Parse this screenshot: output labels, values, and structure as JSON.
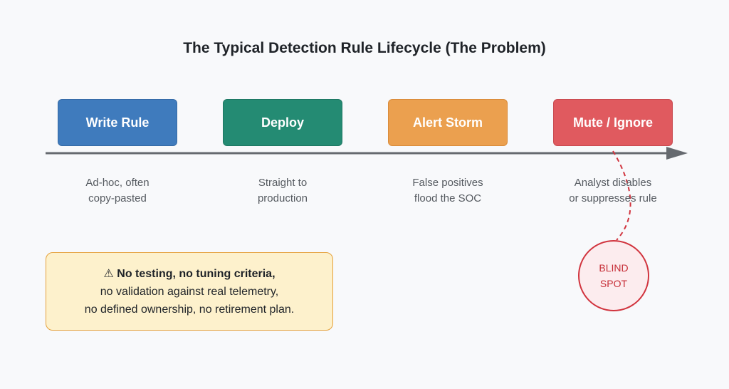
{
  "title": "The Typical Detection Rule Lifecycle (The Problem)",
  "stages": [
    {
      "label": "Write Rule",
      "description": "Ad-hoc, often\ncopy-pasted",
      "color": "#3f7bbd"
    },
    {
      "label": "Deploy",
      "description": "Straight to\nproduction",
      "color": "#248b73"
    },
    {
      "label": "Alert Storm",
      "description": "False positives\nflood the SOC",
      "color": "#eba04f"
    },
    {
      "label": "Mute / Ignore",
      "description": "Analyst disables\nor suppresses rule",
      "color": "#e05a5f"
    }
  ],
  "blind_spot": {
    "label": "BLIND\nSPOT",
    "color": "#d1343e"
  },
  "warning": {
    "icon": "warning-icon",
    "icon_glyph": "⚠",
    "headline": "No testing, no tuning criteria,",
    "lines": [
      "no validation against real telemetry,",
      "no defined ownership, no retirement plan."
    ]
  }
}
